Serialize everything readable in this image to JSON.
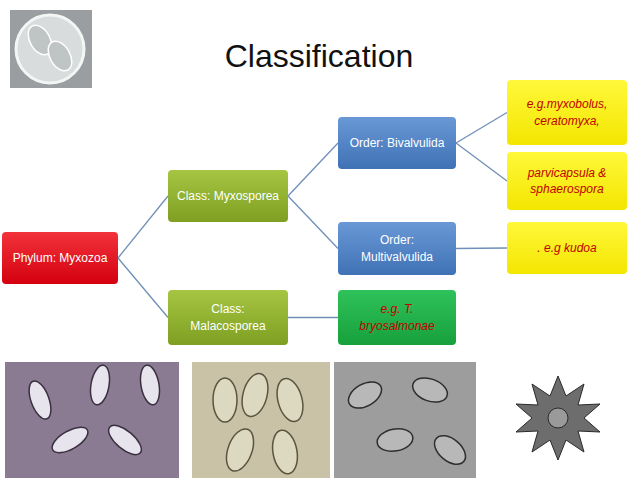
{
  "diagram": {
    "title": "Classification",
    "nodes": [
      {
        "text": [
          "Phylum: Myxozoa"
        ]
      },
      {
        "text": [
          "Class: Myxosporea"
        ]
      },
      {
        "text": [
          "Class: Malacosporea"
        ]
      },
      {
        "text": [
          "Order: Bivalvulida"
        ]
      },
      {
        "text": [
          "Order: Multivalvulida"
        ]
      },
      {
        "text": [
          "e.g. T. bryosalmonae"
        ]
      },
      {
        "text": [
          "e.g.myxobolus, ceratomyxa,"
        ]
      },
      {
        "text": [
          "parvicapsula & sphaerospora"
        ]
      },
      {
        "text": [
          ". e.g kudoa"
        ]
      }
    ],
    "edges": [
      {
        "from": 0,
        "to": 1,
        "arrow": "none"
      },
      {
        "from": 0,
        "to": 2,
        "arrow": "none"
      },
      {
        "from": 1,
        "to": 3,
        "arrow": "none"
      },
      {
        "from": 1,
        "to": 4,
        "arrow": "none"
      },
      {
        "from": 2,
        "to": 5,
        "arrow": "none"
      },
      {
        "from": 3,
        "to": 6,
        "arrow": "none"
      },
      {
        "from": 3,
        "to": 7,
        "arrow": "none"
      },
      {
        "from": 4,
        "to": 8,
        "arrow": "none"
      }
    ]
  }
}
